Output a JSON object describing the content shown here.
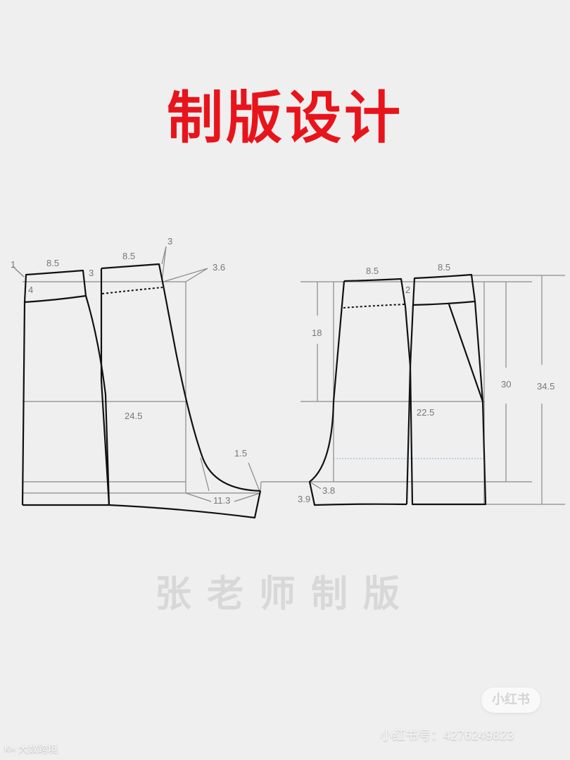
{
  "title": "制版设计",
  "author_watermark": "张老师制版",
  "badge": {
    "label": "小红书"
  },
  "account": {
    "text": "小红书号：4276249823"
  },
  "brand": {
    "logo": "K∞",
    "name": "大数跨境"
  },
  "colors": {
    "title": "#e8141c",
    "background": "#efefef",
    "line": "#111111",
    "guide": "#888888",
    "dim_text": "#777777",
    "hem_guide": "#7fb3d5"
  },
  "left_pattern": {
    "labels": {
      "waist_front": "8.5",
      "waist_back": "8.5",
      "left_top": "1",
      "waistband": "4",
      "side_rise_front": "3",
      "side_rise_back": "3",
      "back_rise": "3.6",
      "hip_width": "24.5",
      "crotch_drop": "1.5",
      "crotch_extension": "11.3"
    }
  },
  "right_pattern": {
    "labels": {
      "waist_front": "8.5",
      "waist_back": "8.5",
      "center_gap": "2",
      "rise_depth": "18",
      "hip_width": "22.5",
      "outseam": "30",
      "total_length": "34.5",
      "crotch_ext": "3.8",
      "crotch_drop": "3.9"
    }
  }
}
